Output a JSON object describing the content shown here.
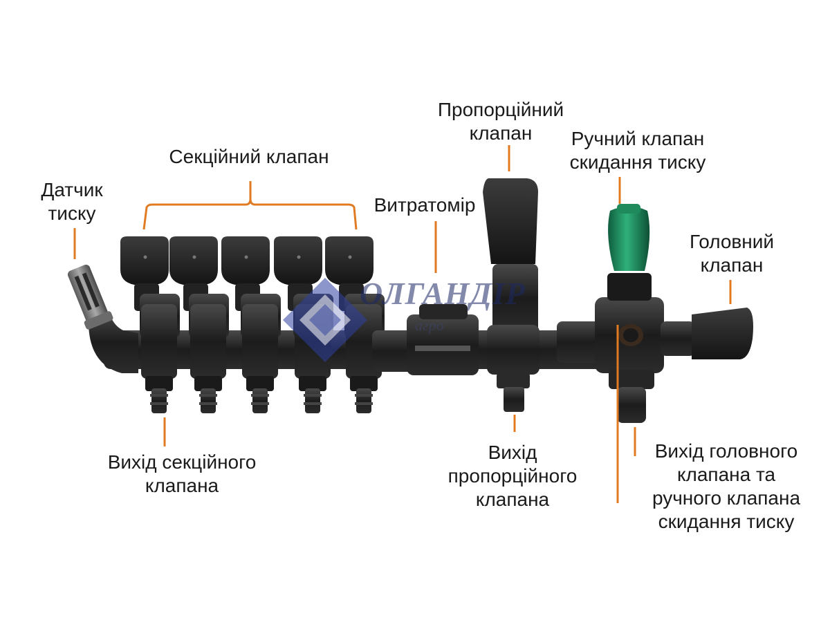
{
  "labels": {
    "sensor": [
      "Датчик",
      "тиску"
    ],
    "section_valve": [
      "Секційний клапан"
    ],
    "flowmeter": [
      "Витратомір"
    ],
    "proportional": [
      "Пропорційний",
      "клапан"
    ],
    "manual_relief": [
      "Ручний клапан",
      "скидання тиску"
    ],
    "main_valve": [
      "Головний",
      "клапан"
    ],
    "section_outlet": [
      "Вихід секційного",
      "клапана"
    ],
    "proportional_outlet": [
      "Вихід",
      "пропорційного",
      "клапана"
    ],
    "main_outlet": [
      "Вихід головного",
      "клапана та",
      "ручного клапана",
      "скидання тиску"
    ]
  },
  "watermark": {
    "brand": "ОЛГАНДІР",
    "sub": "агро"
  },
  "colors": {
    "leader": "#E07B22",
    "body": "#1e1e1e",
    "body_light": "#3a3a3a",
    "knob": "#1f8a5c",
    "watermark_blue": "#2d3f9e"
  },
  "icons": {
    "logo": "diamond-logo-icon"
  }
}
